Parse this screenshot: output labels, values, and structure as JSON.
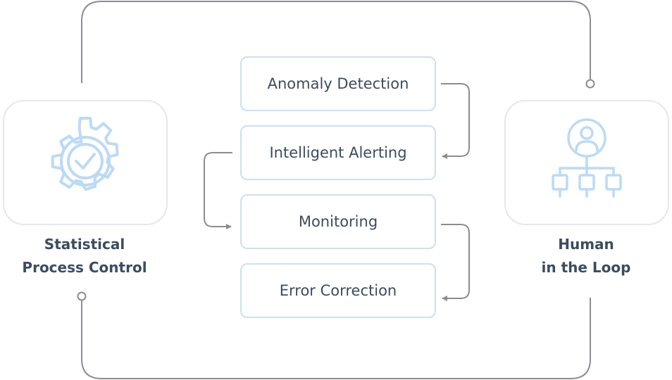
{
  "left_node": {
    "title_lines": [
      "Statistical",
      "Process Control"
    ],
    "icon": "gear-check-icon"
  },
  "right_node": {
    "title_lines": [
      "Human",
      "in the Loop"
    ],
    "icon": "person-hierarchy-icon"
  },
  "steps": [
    {
      "label": "Anomaly Detection"
    },
    {
      "label": "Intelligent Alerting"
    },
    {
      "label": "Monitoring"
    },
    {
      "label": "Error Correction"
    }
  ],
  "colors": {
    "text": "#3c4c60",
    "step_border": "#c9e2ef",
    "card_border": "#e5e7ea",
    "icon_stroke": "#bcdaf6",
    "connector": "#8a8d91"
  }
}
